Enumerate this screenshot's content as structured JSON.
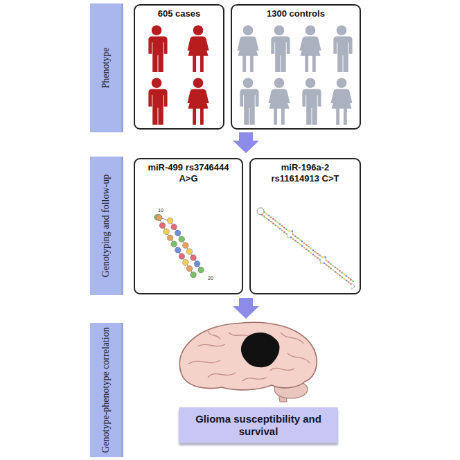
{
  "diagram": {
    "nodes": [
      {
        "text": [
          "Phenotype"
        ]
      },
      {
        "text": [
          "605 cases"
        ]
      },
      {
        "text": [
          "1300 controls"
        ]
      },
      {
        "text": [
          "Genotyping and follow-up"
        ]
      },
      {
        "text": [
          "miR-499 rs3746444 A>G"
        ]
      },
      {
        "text": [
          "miR-196a-2 rs11614913 C>T"
        ]
      },
      {
        "text": [
          "Genotype-phenotype correlation"
        ]
      },
      {
        "text": [
          "Glioma susceptibility and survival"
        ]
      }
    ],
    "labels": [
      "10",
      "20"
    ]
  }
}
